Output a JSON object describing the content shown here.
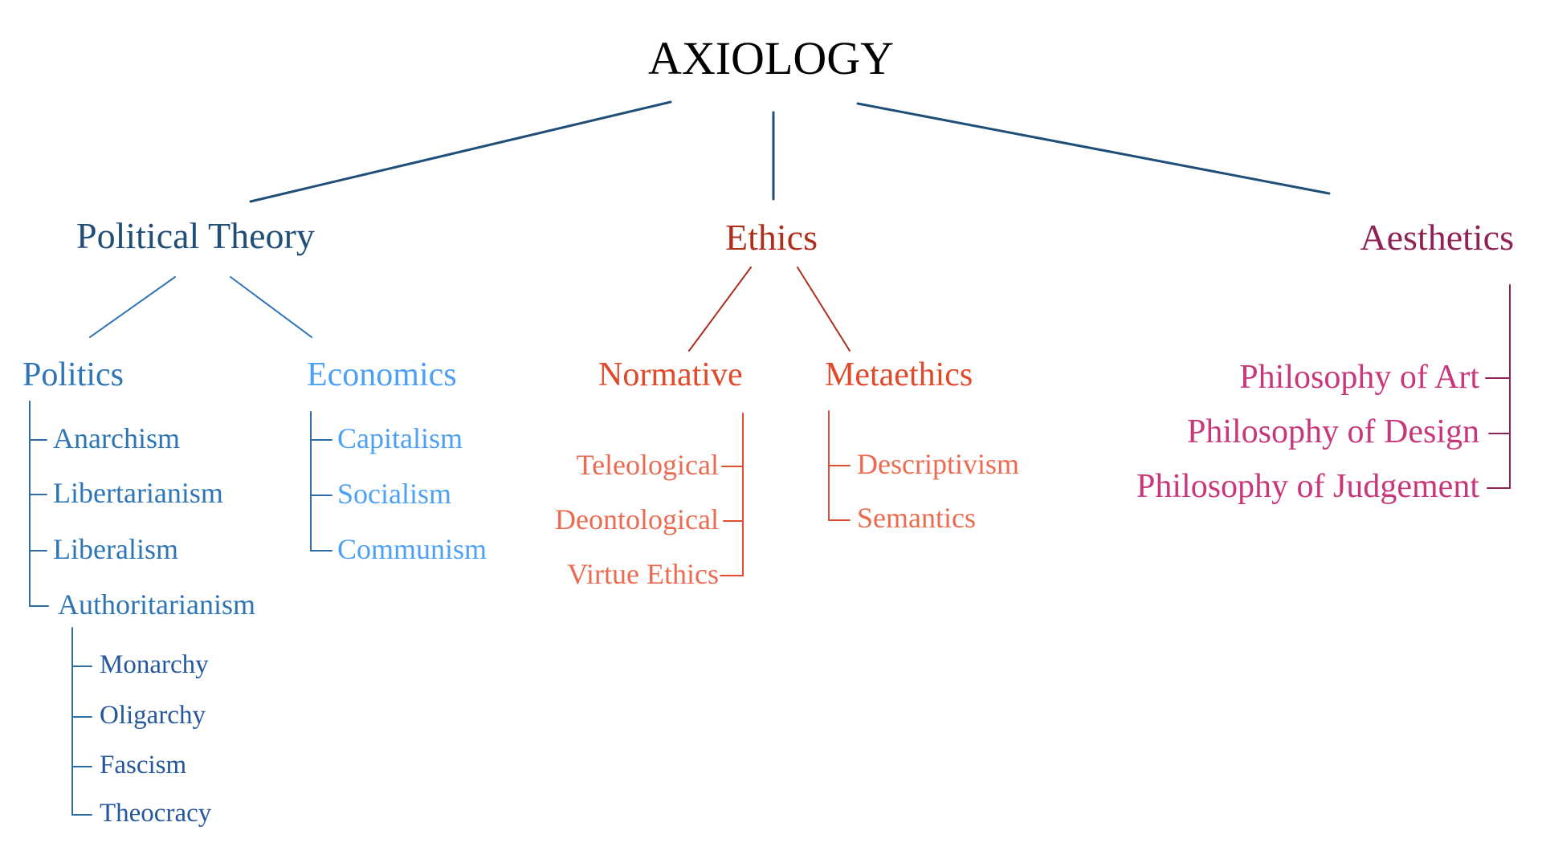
{
  "title": "AXIOLOGY",
  "palette": {
    "title": "#000000",
    "navy": "#1F4E79",
    "navy2": "#24579E",
    "blue": "#2E75B6",
    "blue_line": "#2E6DA4",
    "light_blue": "#4CA0F6",
    "dark_red": "#AE2E1C",
    "orange_red": "#E0492A",
    "orange_line": "#DC4E30",
    "coral": "#EC6B50",
    "burgundy": "#8E2155",
    "magenta": "#C9377B"
  },
  "tree": {
    "political_theory": {
      "label": "Political Theory",
      "politics": {
        "label": "Politics",
        "items": [
          "Anarchism",
          "Libertarianism",
          "Liberalism",
          "Authoritarianism"
        ],
        "authoritarianism": {
          "items": [
            "Monarchy",
            "Oligarchy",
            "Fascism",
            "Theocracy"
          ]
        }
      },
      "economics": {
        "label": "Economics",
        "items": [
          "Capitalism",
          "Socialism",
          "Communism"
        ]
      }
    },
    "ethics": {
      "label": "Ethics",
      "normative": {
        "label": "Normative",
        "items": [
          "Teleological",
          "Deontological",
          "Virtue Ethics"
        ]
      },
      "metaethics": {
        "label": "Metaethics",
        "items": [
          "Descriptivism",
          "Semantics"
        ]
      }
    },
    "aesthetics": {
      "label": "Aesthetics",
      "items": [
        "Philosophy of Art",
        "Philosophy of Design",
        "Philosophy of Judgement"
      ]
    }
  }
}
